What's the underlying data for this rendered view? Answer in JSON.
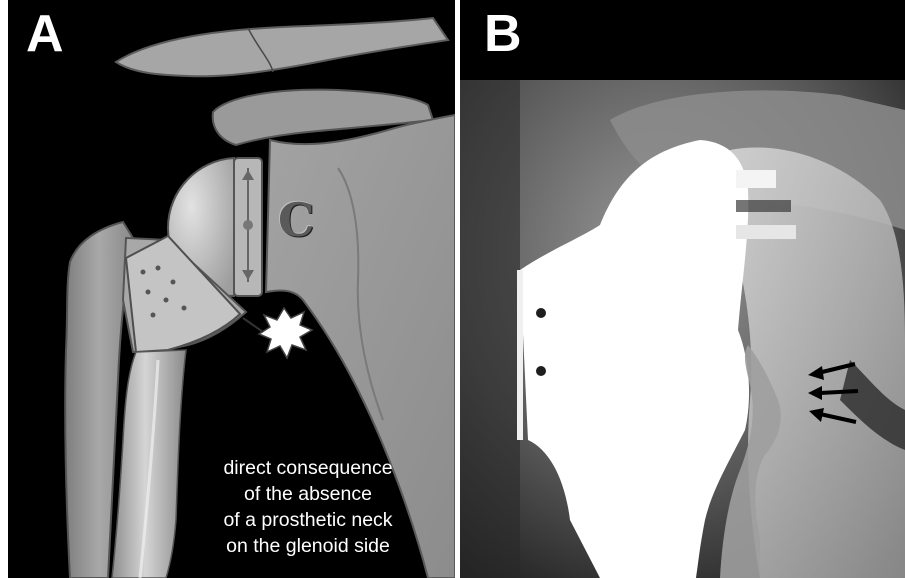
{
  "panels": [
    {
      "label": "A",
      "view": "illustration",
      "marker_letter": "C",
      "caption_lines": [
        "direct consequence",
        "of the absence",
        "of a prosthetic neck",
        "on the glenoid side"
      ]
    },
    {
      "label": "B",
      "view": "radiograph",
      "arrow_count": 3
    }
  ],
  "colors": {
    "background": "#000000",
    "frame": "#ffffff",
    "label_text": "#ffffff",
    "bone": "#9c9c9c",
    "prosthesis": "#bdbdbd",
    "impingement_burst": "#ffffff"
  }
}
